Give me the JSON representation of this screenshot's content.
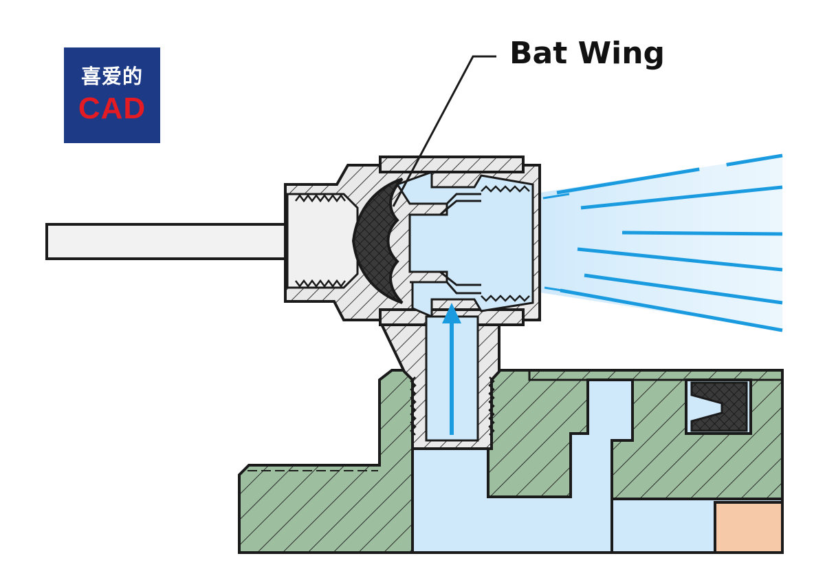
{
  "logo": {
    "line1": "喜爱的",
    "line2": "CAD"
  },
  "callout": {
    "label": "Bat Wing"
  },
  "colors": {
    "fluid": "#cfe9fb",
    "spray": "#1a9be0",
    "body_green": "#9ebf9f",
    "fitting_gray": "#e9e9e9",
    "rubber": "#3a3a3a",
    "copper": "#f6c9a8",
    "outline": "#1a1a1a",
    "logo_bg": "#1d3a86",
    "logo_accent": "#e51b23"
  }
}
